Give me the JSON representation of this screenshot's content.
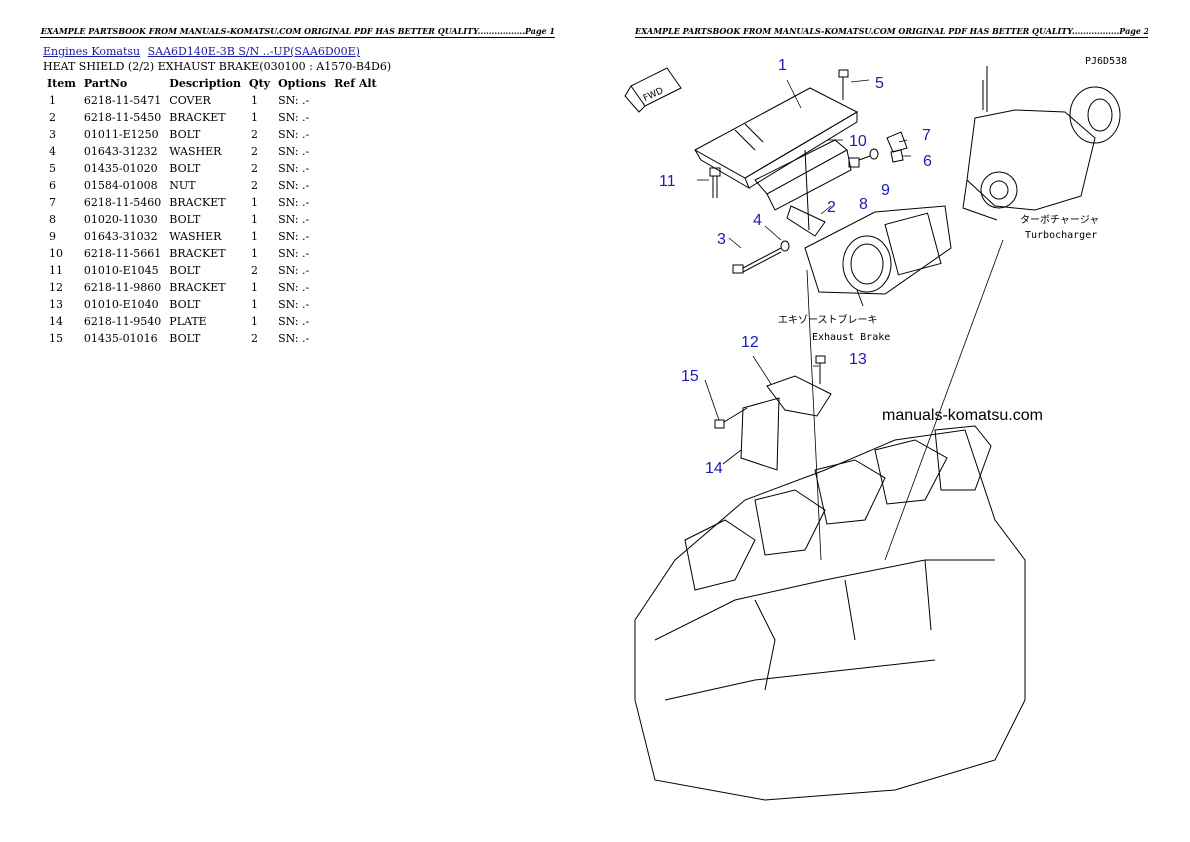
{
  "page1": {
    "header": "EXAMPLE PARTSBOOK FROM MANUALS-KOMATSU.COM ORIGINAL PDF HAS BETTER QUALITY.................Page 1",
    "breadcrumbs": [
      "Engines Komatsu",
      "SAA6D140E-3B S/N ..-UP(SAA6D00E)"
    ],
    "subtitle": "HEAT SHIELD (2/2) EXHAUST BRAKE(030100 : A1570-B4D6)",
    "columns": [
      "Item",
      "PartNo",
      "Description",
      "Qty",
      "Options",
      "Ref Alt"
    ],
    "rows": [
      {
        "item": "1",
        "partno": "6218-11-5471",
        "desc": "COVER",
        "qty": "1",
        "options": "SN: .-",
        "ref": ""
      },
      {
        "item": "2",
        "partno": "6218-11-5450",
        "desc": "BRACKET",
        "qty": "1",
        "options": "SN: .-",
        "ref": ""
      },
      {
        "item": "3",
        "partno": "01011-E1250",
        "desc": "BOLT",
        "qty": "2",
        "options": "SN: .-",
        "ref": ""
      },
      {
        "item": "4",
        "partno": "01643-31232",
        "desc": "WASHER",
        "qty": "2",
        "options": "SN: .-",
        "ref": ""
      },
      {
        "item": "5",
        "partno": "01435-01020",
        "desc": "BOLT",
        "qty": "2",
        "options": "SN: .-",
        "ref": ""
      },
      {
        "item": "6",
        "partno": "01584-01008",
        "desc": "NUT",
        "qty": "2",
        "options": "SN: .-",
        "ref": ""
      },
      {
        "item": "7",
        "partno": "6218-11-5460",
        "desc": "BRACKET",
        "qty": "1",
        "options": "SN: .-",
        "ref": ""
      },
      {
        "item": "8",
        "partno": "01020-11030",
        "desc": "BOLT",
        "qty": "1",
        "options": "SN: .-",
        "ref": ""
      },
      {
        "item": "9",
        "partno": "01643-31032",
        "desc": "WASHER",
        "qty": "1",
        "options": "SN: .-",
        "ref": ""
      },
      {
        "item": "10",
        "partno": "6218-11-5661",
        "desc": "BRACKET",
        "qty": "1",
        "options": "SN: .-",
        "ref": ""
      },
      {
        "item": "11",
        "partno": "01010-E1045",
        "desc": "BOLT",
        "qty": "2",
        "options": "SN: .-",
        "ref": ""
      },
      {
        "item": "12",
        "partno": "6218-11-9860",
        "desc": "BRACKET",
        "qty": "1",
        "options": "SN: .-",
        "ref": ""
      },
      {
        "item": "13",
        "partno": "01010-E1040",
        "desc": "BOLT",
        "qty": "1",
        "options": "SN: .-",
        "ref": ""
      },
      {
        "item": "14",
        "partno": "6218-11-9540",
        "desc": "PLATE",
        "qty": "1",
        "options": "SN: .-",
        "ref": ""
      },
      {
        "item": "15",
        "partno": "01435-01016",
        "desc": "BOLT",
        "qty": "2",
        "options": "SN: .-",
        "ref": ""
      }
    ]
  },
  "page2": {
    "header": "EXAMPLE PARTSBOOK FROM MANUALS-KOMATSU.COM ORIGINAL PDF HAS BETTER QUALITY.................Page 2",
    "diagram": {
      "code": "PJ6D538",
      "fwd": "FWD",
      "callouts": [
        "1",
        "2",
        "3",
        "4",
        "5",
        "6",
        "7",
        "8",
        "9",
        "10",
        "11",
        "12",
        "13",
        "14",
        "15"
      ],
      "turbo_jp": "ターボチャージャ",
      "turbo_en": "Turbocharger",
      "brake_jp": "エキゾーストブレーキ",
      "brake_en": "Exhaust Brake",
      "watermark": "manuals-komatsu.com"
    }
  }
}
